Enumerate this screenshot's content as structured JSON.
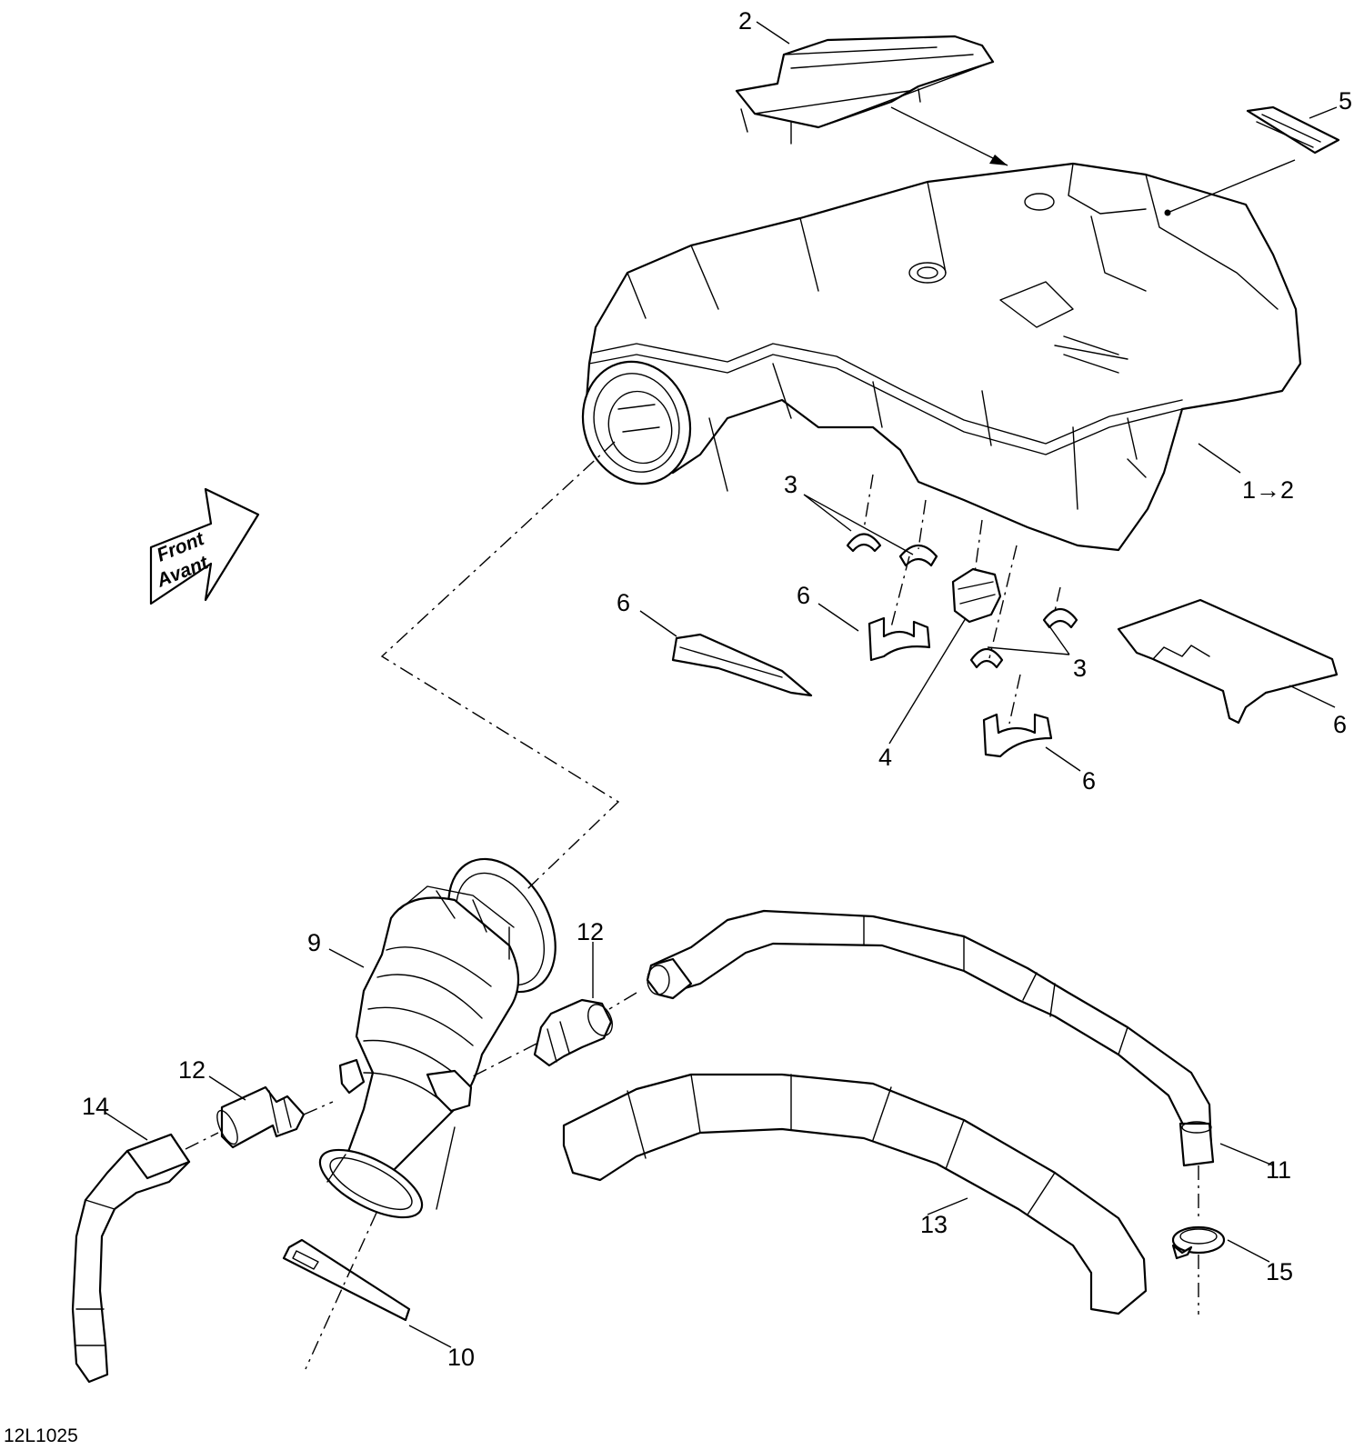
{
  "diagram_code": "12L1025",
  "direction_arrow": {
    "line1": "Front",
    "line2": "Avant"
  },
  "callouts": {
    "c1": "1→2",
    "c2": "2",
    "c3a": "3",
    "c3b": "3",
    "c4": "4",
    "c5": "5",
    "c6a": "6",
    "c6b": "6",
    "c6c": "6",
    "c6d": "6",
    "c9": "9",
    "c10": "10",
    "c11": "11",
    "c12a": "12",
    "c12b": "12",
    "c13": "13",
    "c14": "14",
    "c15": "15"
  }
}
